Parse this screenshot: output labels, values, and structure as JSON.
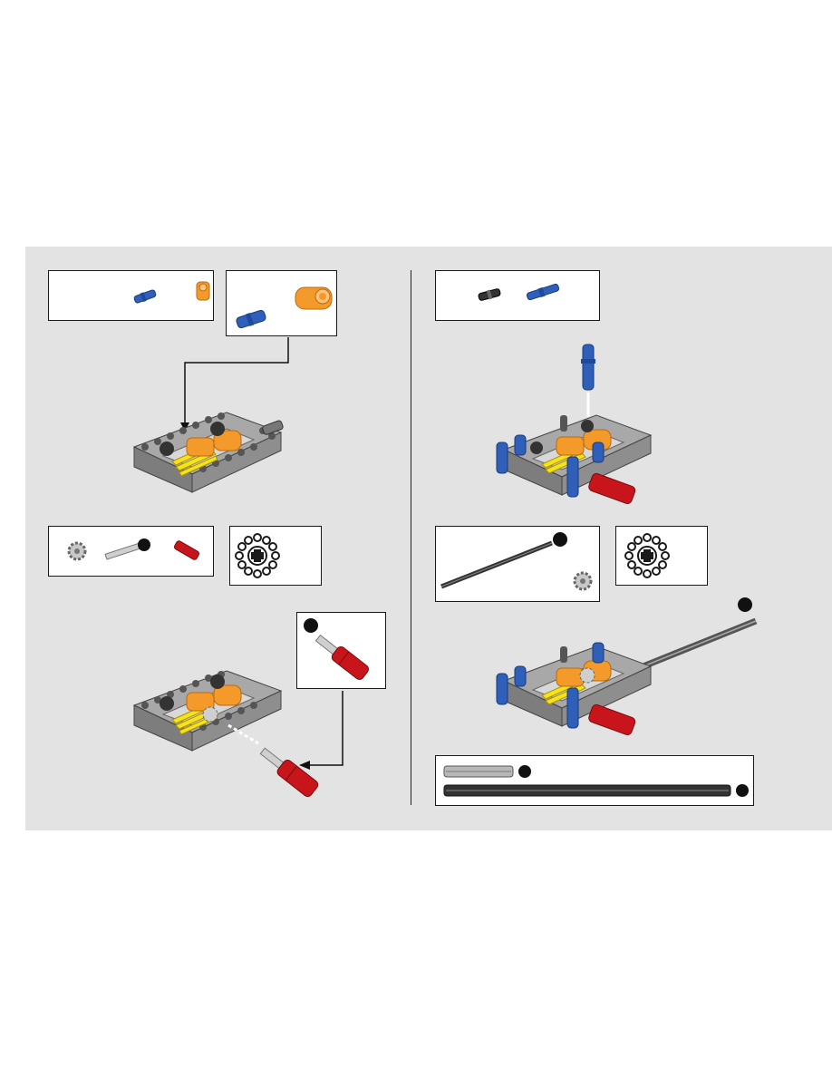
{
  "page": {
    "background": "#e3e3e3",
    "left_column": {
      "step_a": {
        "parts_list": [
          "blue-pin-icon",
          "orange-connector-icon"
        ],
        "subassembly": [
          "blue-pin-icon",
          "orange-connector-icon"
        ],
        "model": "frame-with-orange-connectors"
      },
      "step_b": {
        "parts_list": [
          "gear-icon",
          "gray-axle-icon",
          "red-axle-connector-icon"
        ],
        "axle_callout": "",
        "gear_callout": "gear-large-icon",
        "subassembly": [
          "gray-axle-icon",
          "red-axle-connector-icon"
        ],
        "model": "frame-with-gear-and-red-axle"
      }
    },
    "right_column": {
      "step_c": {
        "parts_list": [
          "black-pin-icon",
          "blue-long-pin-icon"
        ],
        "model": "frame-with-blue-pins"
      },
      "step_d": {
        "parts_list": [
          "long-black-axle-icon",
          "gear-icon"
        ],
        "gear_callout": "gear-large-icon",
        "model": "frame-with-long-axle"
      },
      "length_ruler": {
        "items": [
          "short-axle-ruler",
          "long-axle-ruler"
        ]
      }
    }
  },
  "colors": {
    "frame": "#9a9a9a",
    "orange": "#f39a2a",
    "blue": "#2f5fb8",
    "red": "#c8151b",
    "yellow": "#f7e21c",
    "black": "#222222"
  }
}
